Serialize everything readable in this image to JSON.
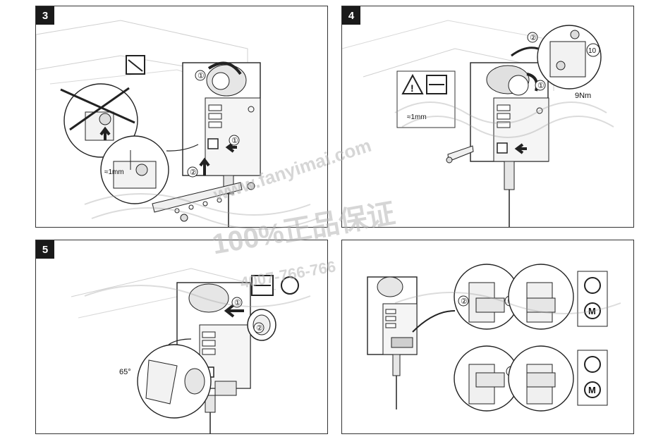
{
  "panels": [
    {
      "number": "3",
      "dim_label": "≈1mm",
      "callouts": [
        "①",
        "②"
      ]
    },
    {
      "number": "4",
      "dim_label": "≈1mm",
      "torque_label": "9Nm",
      "wrench_size": "10",
      "callouts": [
        "①",
        "②"
      ]
    },
    {
      "number": "5",
      "angle_label": "65°",
      "callouts": [
        "①",
        "②"
      ]
    },
    {
      "number": "",
      "callouts": [
        "①",
        "②",
        "③"
      ],
      "motor_badge_letter": "M"
    }
  ],
  "watermark": {
    "line1": "www.fanyimai.com",
    "line2": "100%正品保证",
    "line3": "4007-766-766"
  },
  "colors": {
    "line": "#222222",
    "gray": "#bdbdbd",
    "light_gray": "#e6e6e6",
    "frame": "#333333"
  }
}
